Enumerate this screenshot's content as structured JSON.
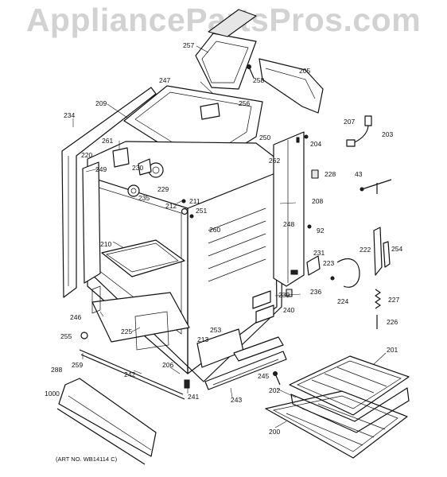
{
  "watermark": "AppliancePartsPros.com",
  "art_number": "(ART NO. WB14114 C)",
  "labels": [
    "257",
    "258",
    "205",
    "247",
    "256",
    "209",
    "234",
    "207",
    "203",
    "261",
    "250",
    "204",
    "220",
    "230",
    "262",
    "228",
    "249",
    "43",
    "229",
    "235",
    "211",
    "208",
    "212",
    "251",
    "260",
    "248",
    "92",
    "210",
    "231",
    "222",
    "254",
    "223",
    "224",
    "236",
    "239",
    "240",
    "227",
    "246",
    "226",
    "225",
    "253",
    "213",
    "255",
    "201",
    "259",
    "206",
    "242",
    "245",
    "241",
    "202",
    "288",
    "243",
    "1000",
    "200"
  ]
}
